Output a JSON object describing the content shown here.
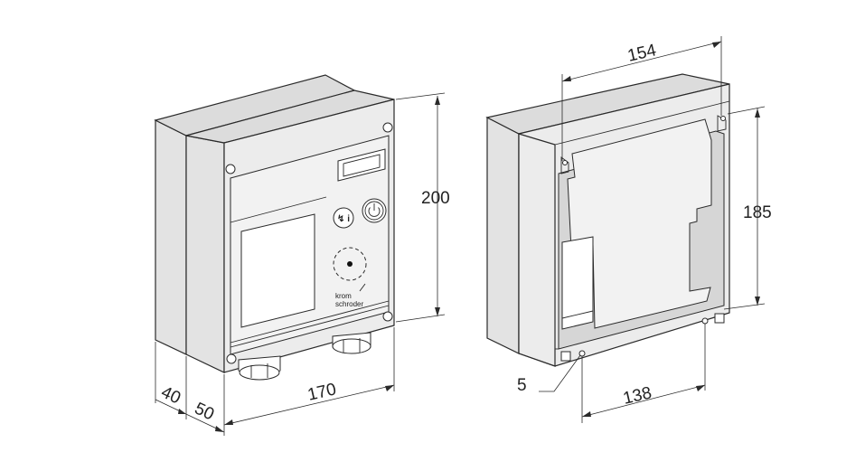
{
  "dimensions": {
    "height_front": "200",
    "width_front": "170",
    "depth_cover": "40",
    "depth_base": "50",
    "inner_width": "154",
    "inner_height": "185",
    "hole_spacing": "138",
    "hole_label": "5"
  },
  "front_unit": {
    "brand_line1": "krom",
    "brand_line2": "schroder",
    "button_left_label": "↯ i",
    "power_icon": "power-icon"
  },
  "colors": {
    "stroke": "#2a2a2a",
    "housing": "#ececec",
    "background": "#ffffff"
  }
}
